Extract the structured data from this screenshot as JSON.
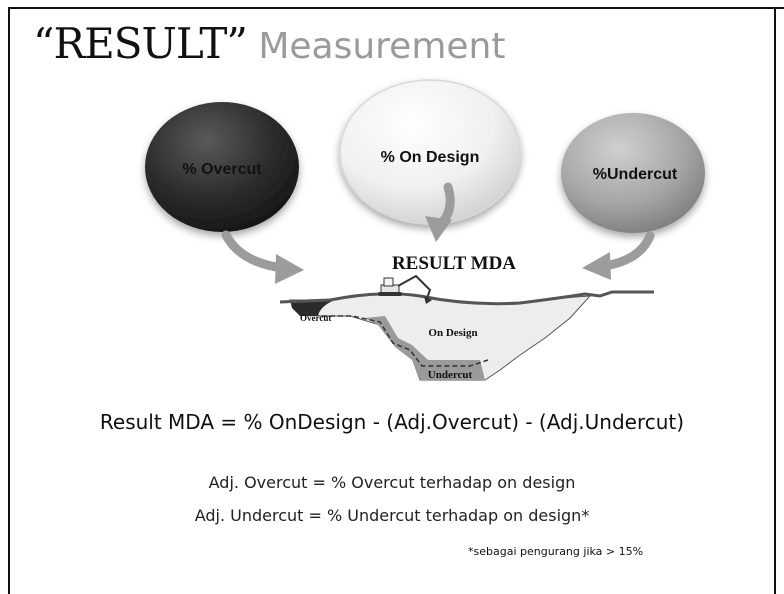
{
  "title": {
    "quoted": "“RESULT”",
    "rest": " Measurement"
  },
  "bubbles": {
    "overcut": "% Overcut",
    "on_design": "% On Design",
    "undercut": "%Undercut"
  },
  "result_label": "RESULT MDA",
  "pit_labels": {
    "overcut": "Overcut",
    "on_design": "On Design",
    "undercut": "Undercut"
  },
  "formula": "Result MDA = % OnDesign - (Adj.Overcut) - (Adj.Undercut)",
  "definitions": {
    "adj_overcut": "Adj. Overcut  = % Overcut terhadap on design",
    "adj_undercut": "Adj. Undercut =  % Undercut terhadap on design*"
  },
  "footnote": "*sebagai pengurang jika > 15%",
  "colors": {
    "overcut_fill": "#2b2b2b",
    "on_design_fill": "#f2f2f2",
    "undercut_fill": "#a8a8a8",
    "arrow": "#9c9c9c",
    "pit_fill": "#ececec"
  }
}
